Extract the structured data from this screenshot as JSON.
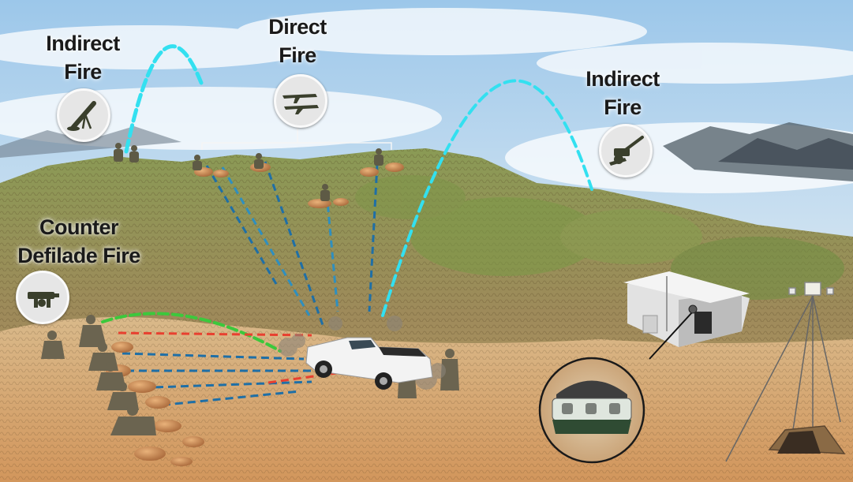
{
  "labels": {
    "indirect_fire_left": [
      "Indirect",
      "Fire"
    ],
    "direct_fire": [
      "Direct",
      "Fire"
    ],
    "indirect_fire_right": [
      "Indirect",
      "Fire"
    ],
    "counter_defilade_fire": [
      "Counter",
      "Defilade Fire"
    ]
  },
  "icons": {
    "indirect_fire_left": "mortar-icon",
    "direct_fire": "rifles-icon",
    "indirect_fire_right": "howitzer-icon",
    "counter_defilade_fire": "grenade-launcher-icon",
    "sensor": "acoustic-sensor-icon",
    "antenna": "antenna-mast-icon"
  },
  "colors": {
    "indirect_arc": "#33e0f0",
    "direct_fire_line": "#1f6fa6",
    "counter_defilade_arc": "#3cc83c",
    "enemy_fire_line": "#e84030",
    "label_text": "#1a1a1a",
    "badge_bg": "#e6e6e6",
    "icon_dark": "#3a3f2c"
  }
}
